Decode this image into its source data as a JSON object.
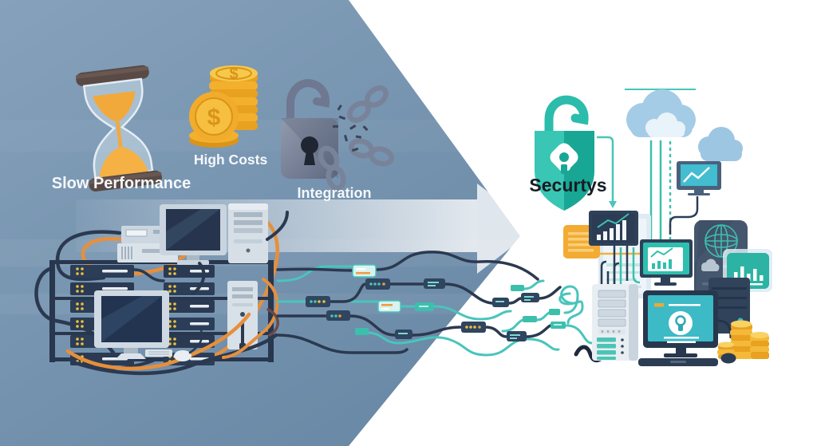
{
  "title": "Legacy IT to modern cloud transformation illustration",
  "labels": {
    "slow_performance": "Slow Performance",
    "high_costs": "High Costs",
    "integration": "Integration",
    "security": "Securtys",
    "coin_symbol": "$"
  },
  "left_section": {
    "theme": "legacy problems",
    "background": "#7493af",
    "icons": [
      "hourglass-icon",
      "coin-stack-icon",
      "broken-lock-chain-icon",
      "server-rack",
      "crt-monitor",
      "tower-pc",
      "tangled-cables",
      "mouse"
    ]
  },
  "transition": {
    "shape": "large right-pointing arrow",
    "icons": [
      "circuit-node",
      "network-wires"
    ]
  },
  "right_section": {
    "theme": "modern secure cloud",
    "background": "#ffffff",
    "icons": [
      "shield-lock-icon",
      "cloud-icon",
      "bar-chart-monitor",
      "line-chart-monitor",
      "document-icon",
      "network-globe-panel",
      "bar-chart-panel",
      "server-tower",
      "desktop-computer",
      "keyboard",
      "coin-stack-icon",
      "mouse"
    ]
  },
  "colors": {
    "slate_blue": "#7493af",
    "slate_blue_light": "#86a1bb",
    "arrow_light": "#d8e6f0",
    "teal": "#2dbcab",
    "teal_dark": "#17a894",
    "cyan_screen": "#3cbac6",
    "navy": "#2c3d57",
    "navy_node": "#2f4560",
    "gold": "#f2b02c",
    "gold_light": "#f7c94b",
    "orange_cable": "#e78f3c",
    "cloud_blue": "#a5cce6",
    "mint": "#d8f3ef"
  }
}
